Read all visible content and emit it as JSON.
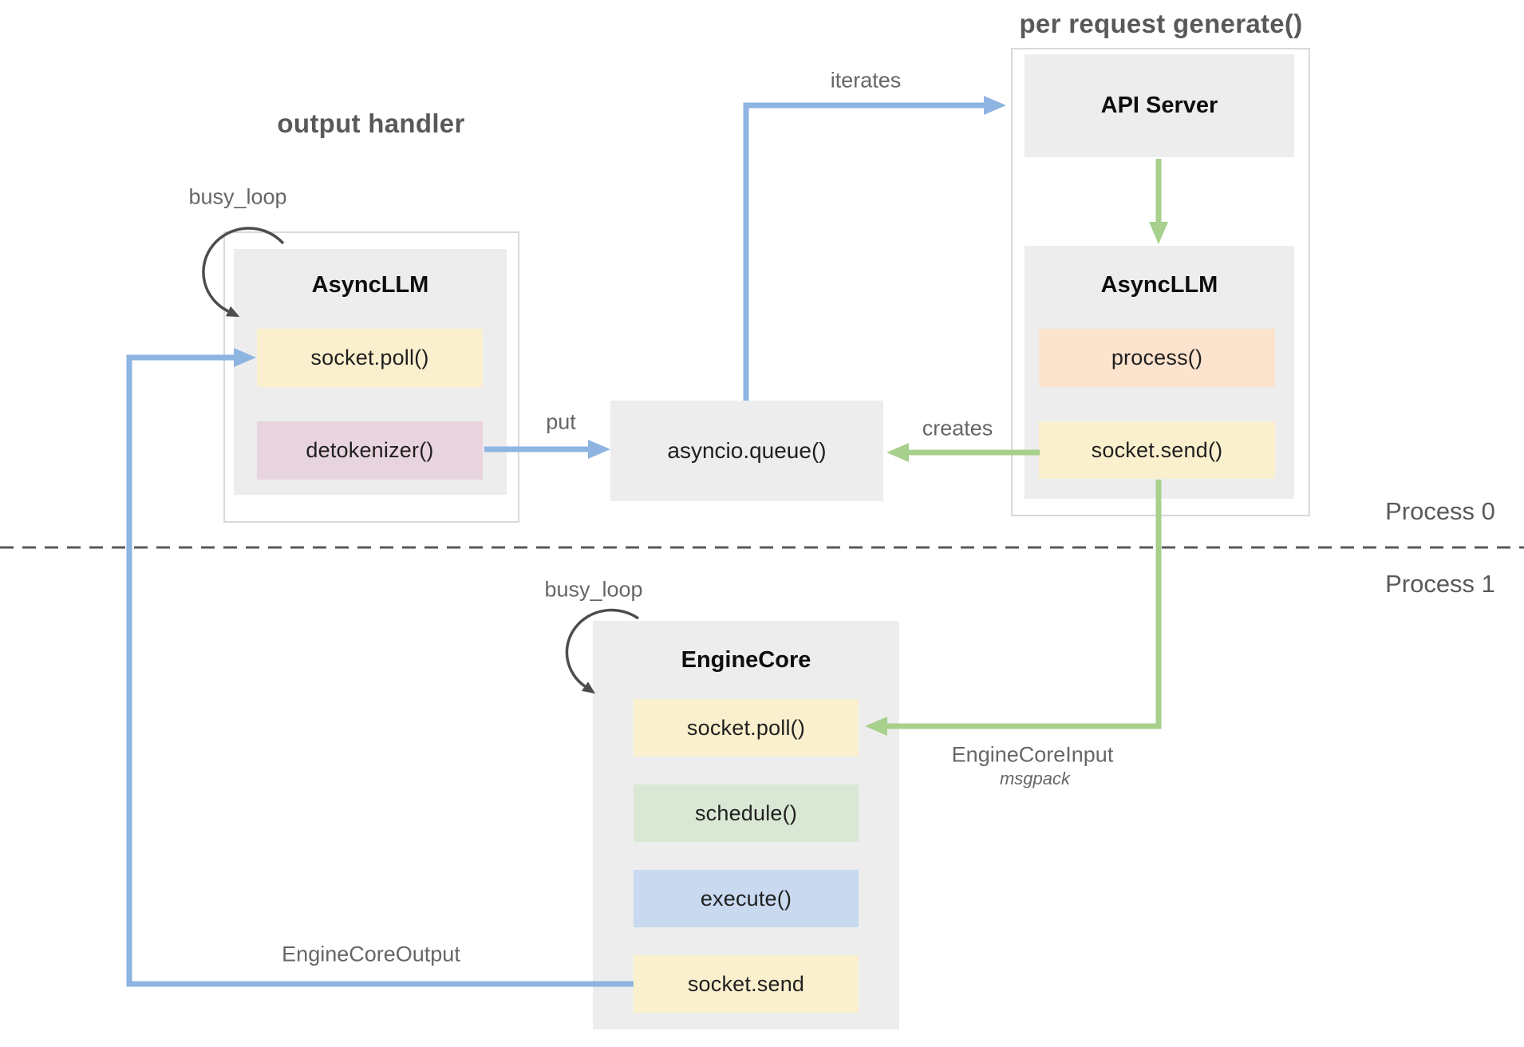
{
  "colors": {
    "box_gray": "#ededed",
    "container_border": "#d9d9d9",
    "yellow_cell": "#fbf0cd",
    "peach_cell": "#fbe3cd",
    "pink_cell": "#e8d4de",
    "green_cell": "#d9e8d4",
    "blue_cell": "#c8d9f0",
    "blue_arrow": "#8eb4e2",
    "green_arrow": "#a8d08d",
    "loop_arrow": "#4d4d4d",
    "divider": "#595959"
  },
  "section_titles": {
    "output_handler": "output handler",
    "per_request_generate": "per request generate()"
  },
  "process_labels": {
    "process0": "Process 0",
    "process1": "Process 1"
  },
  "annotations": {
    "busy_loop_left": "busy_loop",
    "busy_loop_engine": "busy_loop",
    "iterates": "iterates",
    "put": "put",
    "creates": "creates",
    "engine_core_input": "EngineCoreInput",
    "engine_core_input_format": "msgpack",
    "engine_core_output": "EngineCoreOutput"
  },
  "output_handler_group": {
    "box_title": "AsyncLLM",
    "rows": [
      {
        "label": "socket.poll()",
        "bg": "#fbf0cd"
      },
      {
        "label": "detokenizer()",
        "bg": "#e8d4de"
      }
    ]
  },
  "per_request_group": {
    "api_server_title": "API Server",
    "asyncllm_title": "AsyncLLM",
    "rows": [
      {
        "label": "process()",
        "bg": "#fbe3cd"
      },
      {
        "label": "socket.send()",
        "bg": "#fbf0cd"
      }
    ]
  },
  "queue_box": {
    "label": "asyncio.queue()"
  },
  "engine_core_group": {
    "box_title": "EngineCore",
    "rows": [
      {
        "label": "socket.poll()",
        "bg": "#fbf0cd"
      },
      {
        "label": "schedule()",
        "bg": "#d9e8d4"
      },
      {
        "label": "execute()",
        "bg": "#c8d9f0"
      },
      {
        "label": "socket.send",
        "bg": "#fbf0cd"
      }
    ]
  }
}
